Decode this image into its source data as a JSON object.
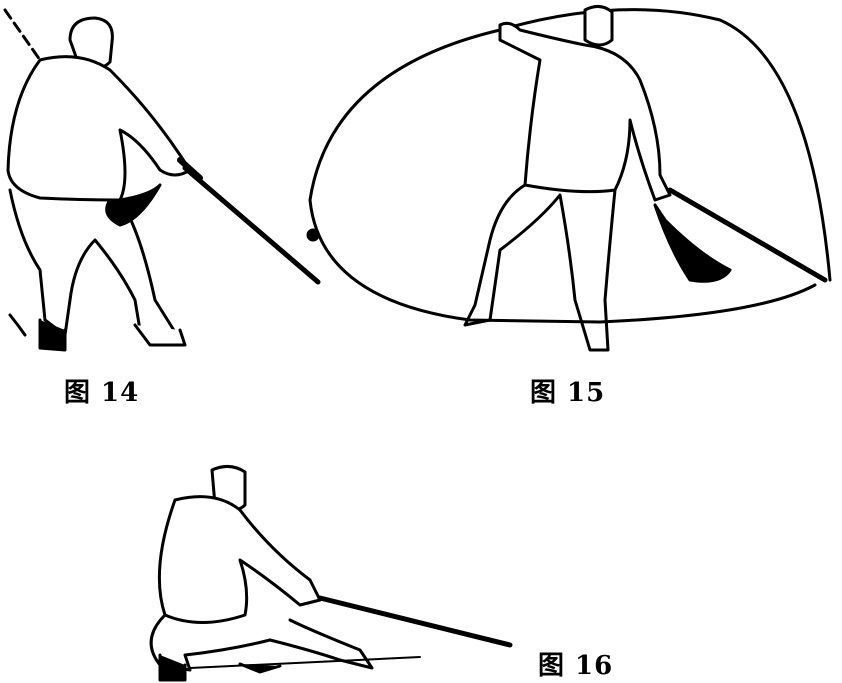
{
  "figures": [
    {
      "caption": "图 14"
    },
    {
      "caption": "图 15"
    },
    {
      "caption": "图 16"
    }
  ]
}
